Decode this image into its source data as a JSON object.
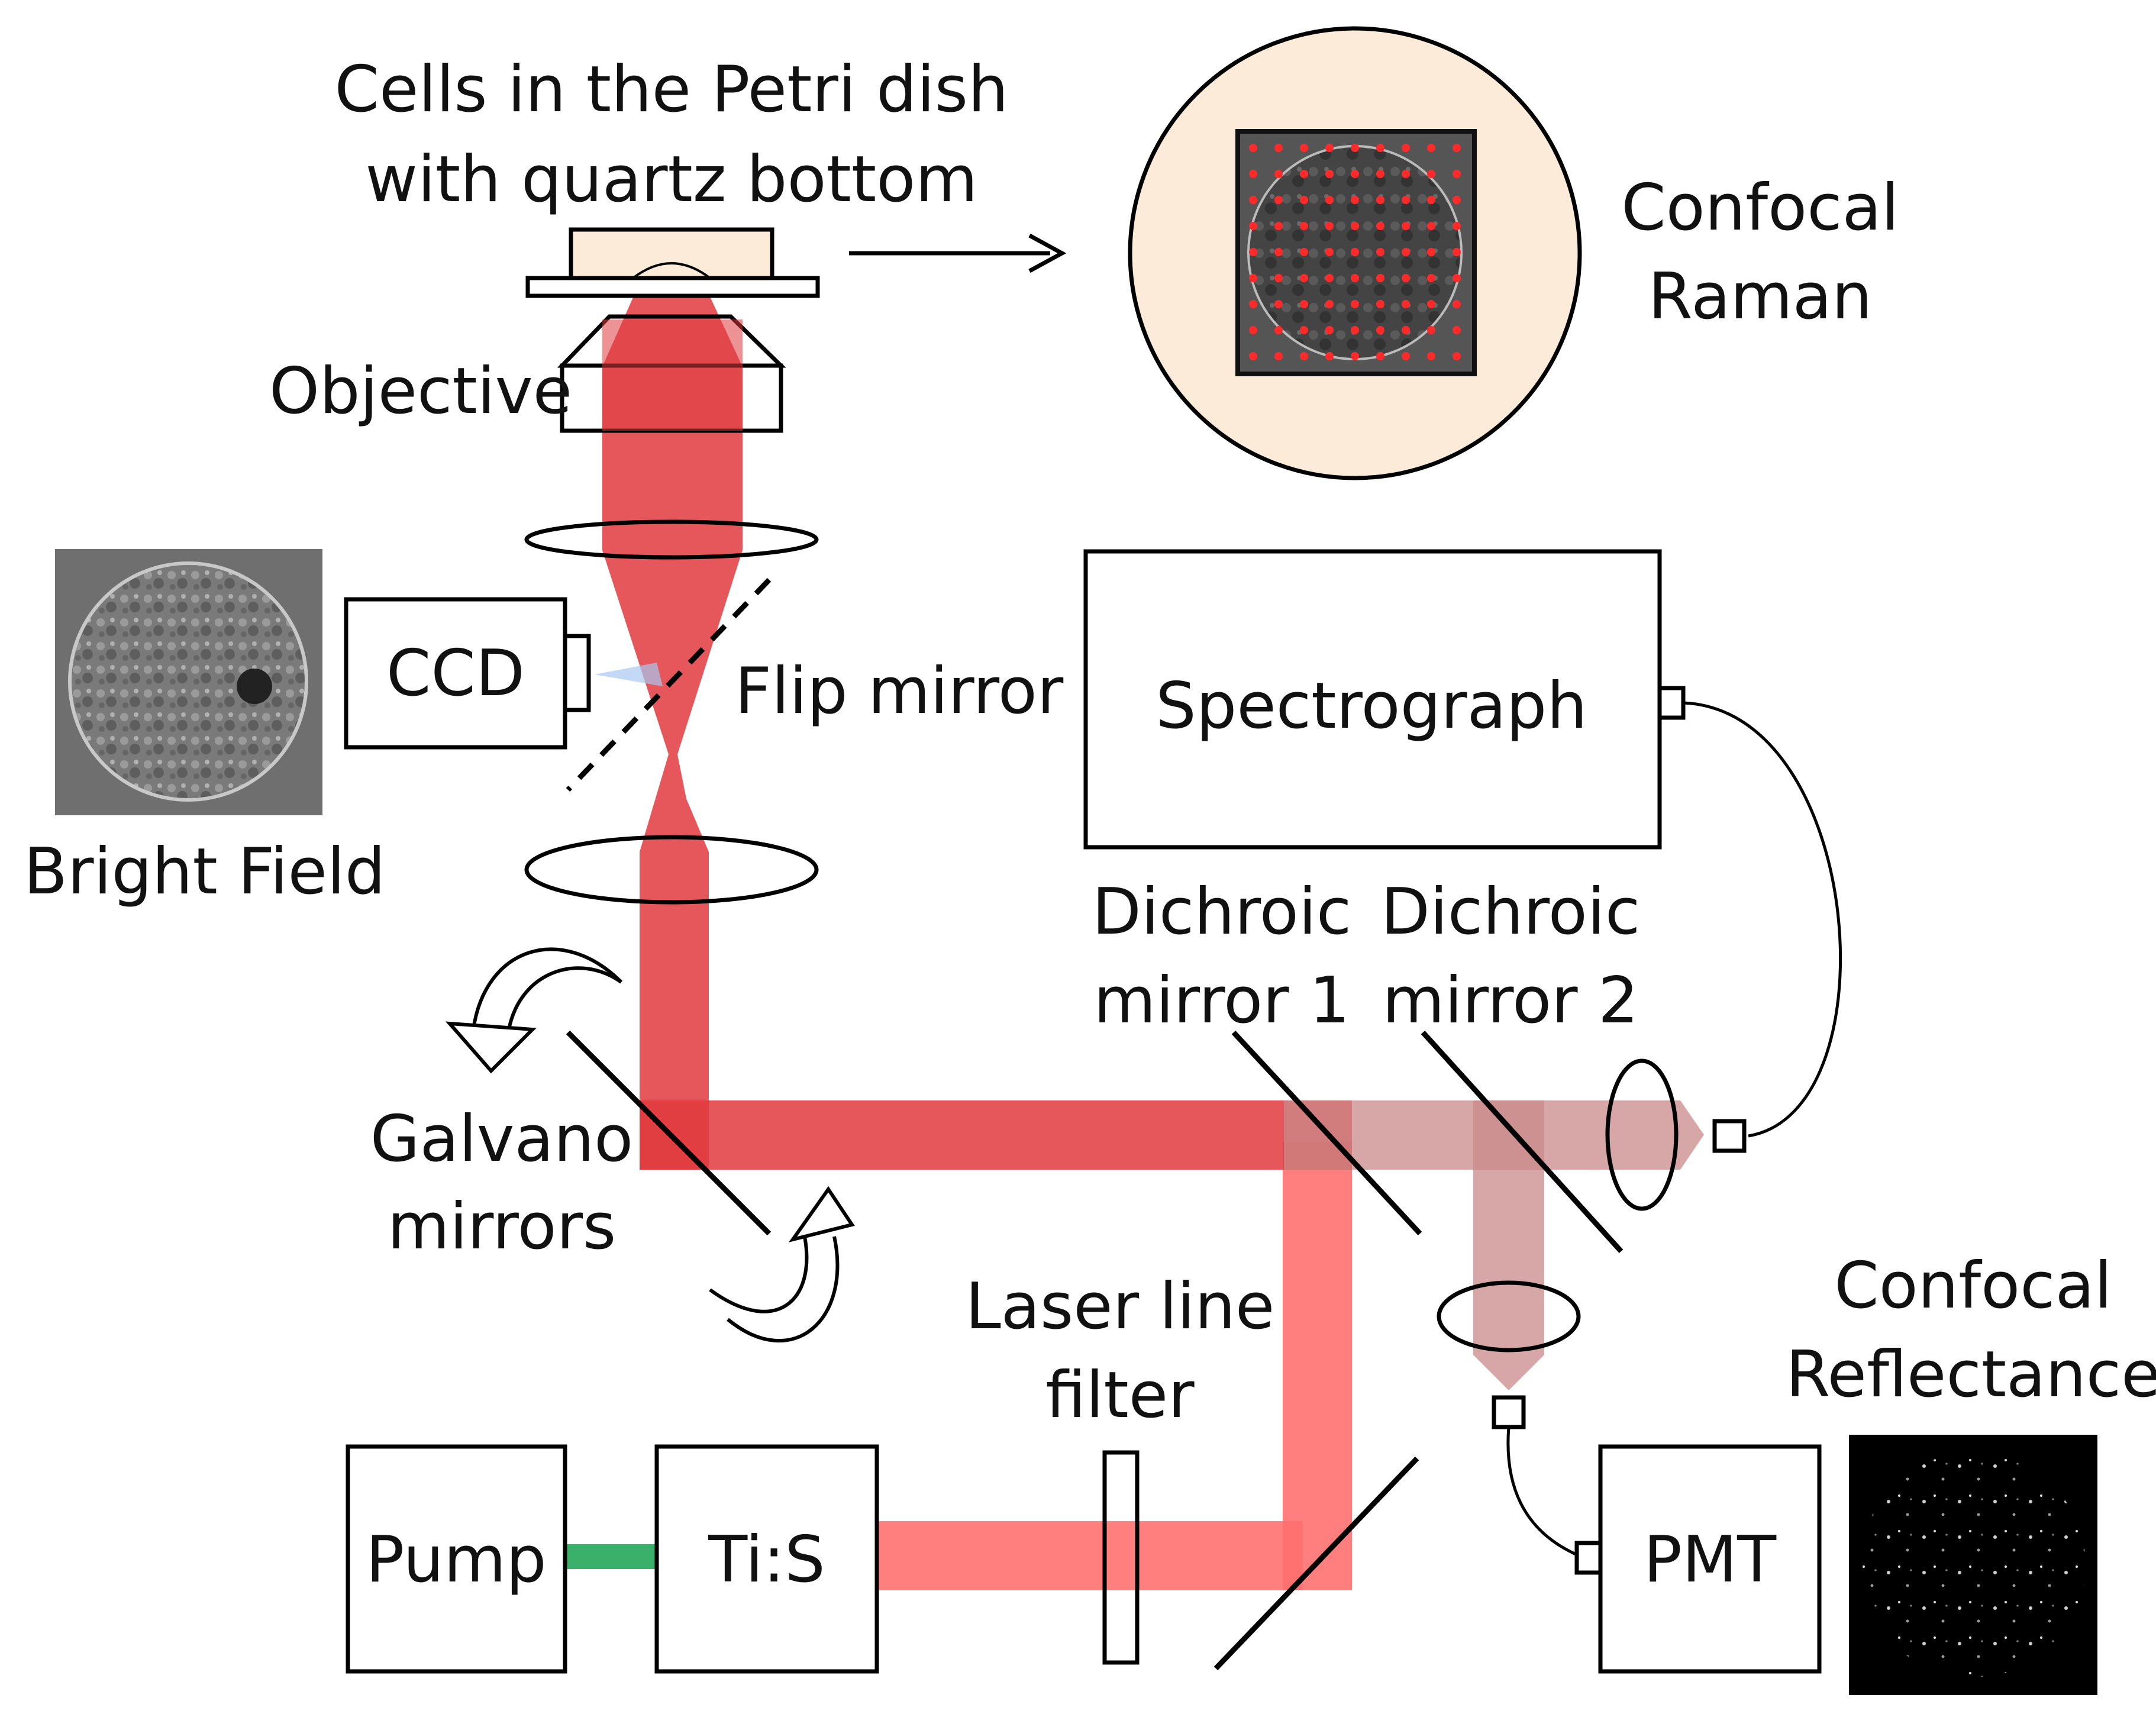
{
  "labels": {
    "petri_line1": "Cells in the Petri dish",
    "petri_line2": "with quartz bottom",
    "objective": "Objective",
    "raman_line1": "Confocal",
    "raman_line2": "Raman",
    "ccd": "CCD",
    "flip_mirror": "Flip mirror",
    "bright_field": "Bright Field",
    "spectrograph": "Spectrograph",
    "dichroic1_line1": "Dichroic",
    "dichroic1_line2": "mirror 1",
    "dichroic2_line1": "Dichroic",
    "dichroic2_line2": "mirror 2",
    "galvano_line1": "Galvano",
    "galvano_line2": "mirrors",
    "laser_filter_line1": "Laser line",
    "laser_filter_line2": "filter",
    "reflectance_line1": "Confocal",
    "reflectance_line2": "Reflectance",
    "pump": "Pump",
    "tis": "Ti:S",
    "pmt": "PMT"
  },
  "colors": {
    "laser_beam": "#e03a3e",
    "laser_beam_light": "#ff7070",
    "return_beam": "#c98a8a",
    "pump_beam": "#3ab06a",
    "raman_disc": "#fcebd8",
    "raman_points": "#ff2a2a"
  }
}
